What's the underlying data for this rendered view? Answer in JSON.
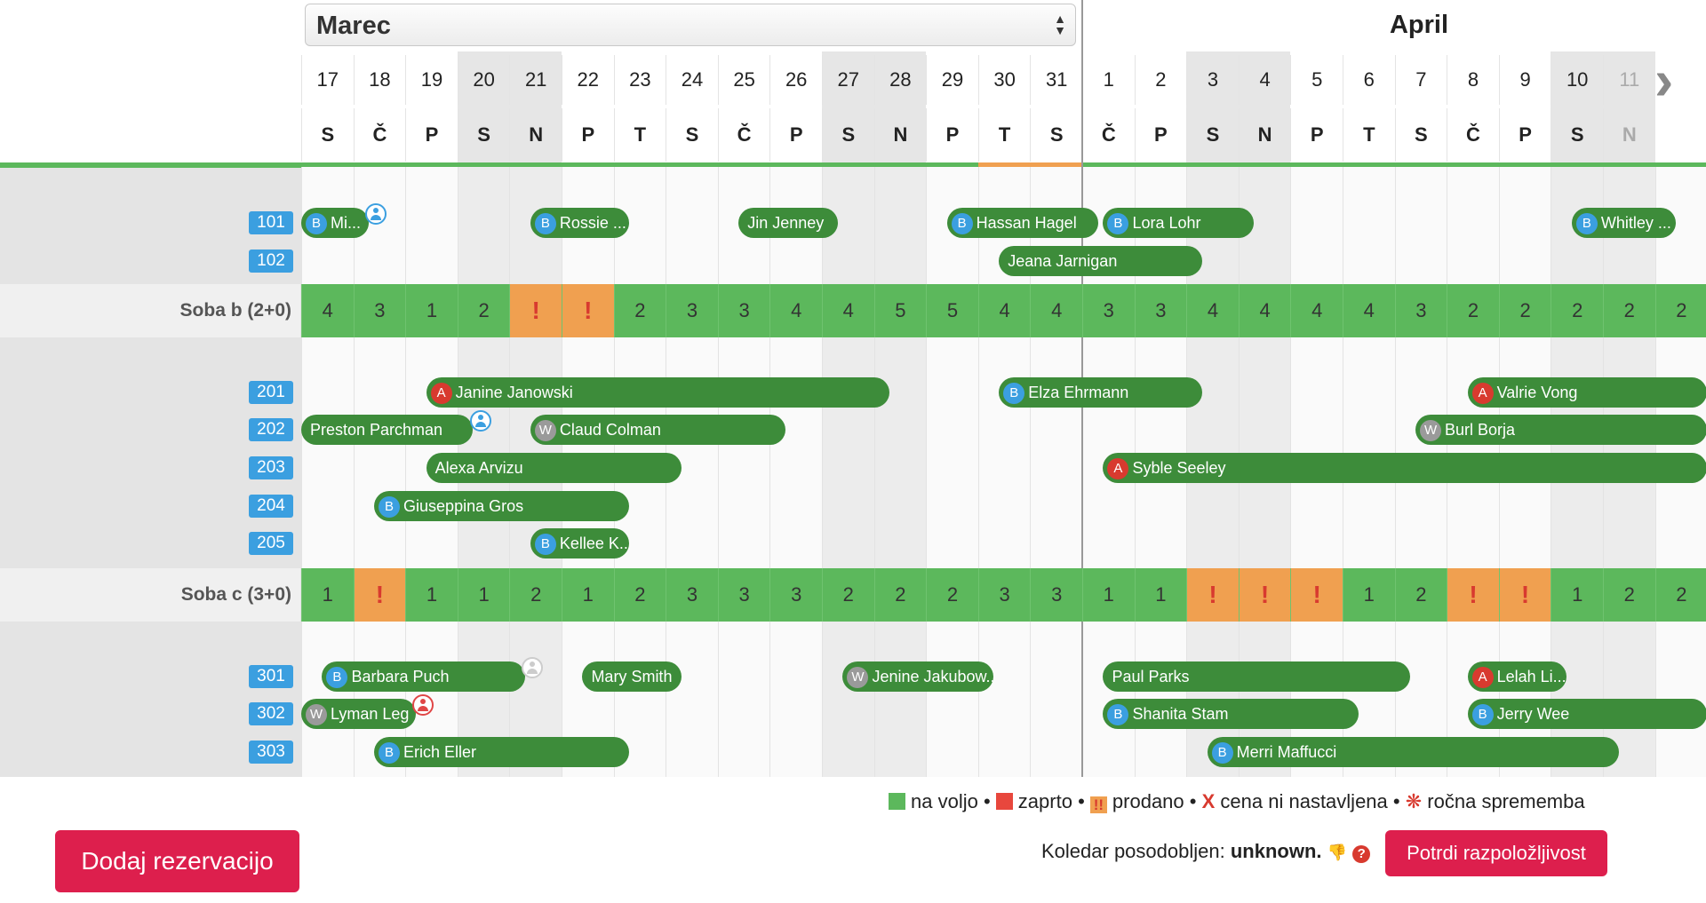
{
  "header": {
    "month_selected": "Marec",
    "next_month": "April",
    "prev_icon": "chevron-left-icon",
    "next_icon": "chevron-right-icon"
  },
  "days": [
    {
      "num": "17",
      "name": "S"
    },
    {
      "num": "18",
      "name": "Č"
    },
    {
      "num": "19",
      "name": "P"
    },
    {
      "num": "20",
      "name": "S"
    },
    {
      "num": "21",
      "name": "N"
    },
    {
      "num": "22",
      "name": "P"
    },
    {
      "num": "23",
      "name": "T"
    },
    {
      "num": "24",
      "name": "S"
    },
    {
      "num": "25",
      "name": "Č"
    },
    {
      "num": "26",
      "name": "P"
    },
    {
      "num": "27",
      "name": "S"
    },
    {
      "num": "28",
      "name": "N"
    },
    {
      "num": "29",
      "name": "P"
    },
    {
      "num": "30",
      "name": "T"
    },
    {
      "num": "31",
      "name": "S"
    },
    {
      "num": "1",
      "name": "Č"
    },
    {
      "num": "2",
      "name": "P"
    },
    {
      "num": "3",
      "name": "S"
    },
    {
      "num": "4",
      "name": "N"
    },
    {
      "num": "5",
      "name": "P"
    },
    {
      "num": "6",
      "name": "T"
    },
    {
      "num": "7",
      "name": "S"
    },
    {
      "num": "8",
      "name": "Č"
    },
    {
      "num": "9",
      "name": "P"
    },
    {
      "num": "10",
      "name": "S"
    },
    {
      "num": "11",
      "name": "N"
    }
  ],
  "weekend_days": [
    3,
    4,
    10,
    11,
    17,
    18,
    24,
    25
  ],
  "rooms": [
    "101",
    "102",
    "201",
    "202",
    "203",
    "204",
    "205",
    "301",
    "302",
    "303"
  ],
  "categories": [
    {
      "label": "Soba b (2+0)",
      "availability": [
        "4",
        "3",
        "1",
        "2",
        "!",
        "!",
        "2",
        "3",
        "3",
        "4",
        "4",
        "5",
        "5",
        "4",
        "4",
        "3",
        "3",
        "4",
        "4",
        "4",
        "4",
        "3",
        "2",
        "2",
        "2",
        "2",
        "2"
      ]
    },
    {
      "label": "Soba c (3+0)",
      "availability": [
        "1",
        "!",
        "1",
        "1",
        "2",
        "1",
        "2",
        "3",
        "3",
        "3",
        "2",
        "2",
        "2",
        "3",
        "3",
        "1",
        "1",
        "!",
        "!",
        "!",
        "1",
        "2",
        "!",
        "!",
        "1",
        "2",
        "2"
      ]
    }
  ],
  "reservations": [
    {
      "room": "101",
      "start": 0,
      "end": 1.3,
      "badge": "B",
      "name": "Mi..."
    },
    {
      "room": "101",
      "start": 4.4,
      "end": 6.3,
      "badge": "B",
      "name": "Rossie ..."
    },
    {
      "room": "101",
      "start": 8.4,
      "end": 10.3,
      "badge": "",
      "name": "Jin Jenney"
    },
    {
      "room": "101",
      "start": 12.4,
      "end": 15.3,
      "badge": "B",
      "name": "Hassan Hagel"
    },
    {
      "room": "101",
      "start": 15.4,
      "end": 18.3,
      "badge": "B",
      "name": "Lora Lohr"
    },
    {
      "room": "101",
      "start": 24.4,
      "end": 26.4,
      "badge": "B",
      "name": "Whitley ..."
    },
    {
      "room": "102",
      "start": 13.4,
      "end": 17.3,
      "badge": "",
      "name": "Jeana Jarnigan"
    },
    {
      "room": "201",
      "start": 2.4,
      "end": 11.3,
      "badge": "A",
      "name": "Janine Janowski"
    },
    {
      "room": "201",
      "start": 13.4,
      "end": 17.3,
      "badge": "B",
      "name": "Elza Ehrmann"
    },
    {
      "room": "201",
      "start": 22.4,
      "end": 27,
      "badge": "A",
      "name": "Valrie Vong"
    },
    {
      "room": "202",
      "start": 0,
      "end": 3.3,
      "badge": "",
      "name": "Preston Parchman"
    },
    {
      "room": "202",
      "start": 4.4,
      "end": 9.3,
      "badge": "W",
      "name": "Claud Colman"
    },
    {
      "room": "202",
      "start": 21.4,
      "end": 27,
      "badge": "W",
      "name": "Burl Borja"
    },
    {
      "room": "203",
      "start": 2.4,
      "end": 7.3,
      "badge": "",
      "name": "Alexa Arvizu"
    },
    {
      "room": "203",
      "start": 15.4,
      "end": 27,
      "badge": "A",
      "name": "Syble Seeley"
    },
    {
      "room": "204",
      "start": 1.4,
      "end": 6.3,
      "badge": "B",
      "name": "Giuseppina Gros"
    },
    {
      "room": "205",
      "start": 4.4,
      "end": 6.3,
      "badge": "B",
      "name": "Kellee K..."
    },
    {
      "room": "301",
      "start": 0.4,
      "end": 4.3,
      "badge": "B",
      "name": "Barbara Puch"
    },
    {
      "room": "301",
      "start": 5.4,
      "end": 7.3,
      "badge": "",
      "name": "Mary Smith"
    },
    {
      "room": "301",
      "start": 10.4,
      "end": 13.3,
      "badge": "W",
      "name": "Jenine Jakubow..."
    },
    {
      "room": "301",
      "start": 15.4,
      "end": 21.3,
      "badge": "",
      "name": "Paul Parks"
    },
    {
      "room": "301",
      "start": 22.4,
      "end": 24.3,
      "badge": "A",
      "name": "Lelah Li..."
    },
    {
      "room": "302",
      "start": 0,
      "end": 2.2,
      "badge": "W",
      "name": "Lyman Leg"
    },
    {
      "room": "302",
      "start": 15.4,
      "end": 20.3,
      "badge": "B",
      "name": "Shanita Stam"
    },
    {
      "room": "302",
      "start": 22.4,
      "end": 27,
      "badge": "B",
      "name": "Jerry Wee"
    },
    {
      "room": "303",
      "start": 1.4,
      "end": 6.3,
      "badge": "B",
      "name": "Erich Eller"
    },
    {
      "room": "303",
      "start": 17.4,
      "end": 25.3,
      "badge": "B",
      "name": "Merri Maffucci"
    }
  ],
  "guest_icons": [
    {
      "room": "101",
      "pos": 1.2,
      "color": "#3b9fe0"
    },
    {
      "room": "202",
      "pos": 3.2,
      "color": "#3b9fe0"
    },
    {
      "room": "301",
      "pos": 4.2,
      "color": "#cccccc"
    },
    {
      "room": "302",
      "pos": 2.1,
      "color": "#e04646"
    }
  ],
  "badge_colors": {
    "A": "#d83a2f",
    "B": "#3b9fe0",
    "W": "#9a9a9a"
  },
  "colors": {
    "available": "#5cb85c",
    "sold": "#f0a050",
    "accent": "#dd1f4d"
  },
  "legend": {
    "available": "na voljo",
    "closed": "zaprto",
    "sold": "prodano",
    "no_price_mark": "X",
    "no_price": "cena ni nastavljena",
    "manual_mark": "❋",
    "manual": "ročna sprememba",
    "sep": "•"
  },
  "footer": {
    "add_button": "Dodaj rezervacijo",
    "updated_label": "Koledar posodobljen:",
    "updated_value": "unknown.",
    "confirm_button": "Potrdi razpoložljivost",
    "thumb_icon": "thumbs-down-icon",
    "help_icon": "help-icon"
  }
}
